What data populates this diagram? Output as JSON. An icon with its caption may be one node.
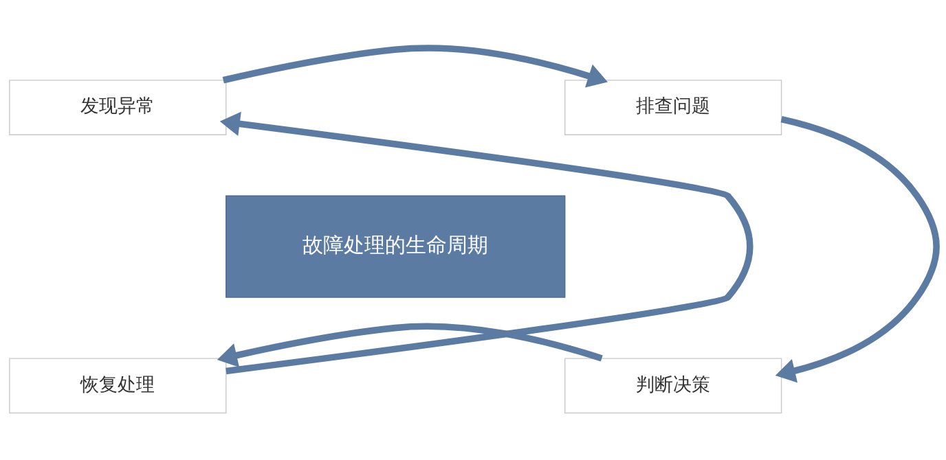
{
  "diagram": {
    "nodes": [
      {
        "text": [
          "发现异常"
        ]
      },
      {
        "text": [
          "排查问题"
        ]
      },
      {
        "text": [
          "故障处理的生命周期"
        ]
      },
      {
        "text": [
          "恢复处理"
        ]
      },
      {
        "text": [
          "判断决策"
        ]
      }
    ],
    "edges": [
      {
        "from": 0,
        "to": 1,
        "arrow": "to"
      },
      {
        "from": 1,
        "to": 4,
        "arrow": "to"
      },
      {
        "from": 4,
        "to": 3,
        "arrow": "to"
      },
      {
        "from": 3,
        "to": 0,
        "arrow": "to"
      }
    ]
  }
}
